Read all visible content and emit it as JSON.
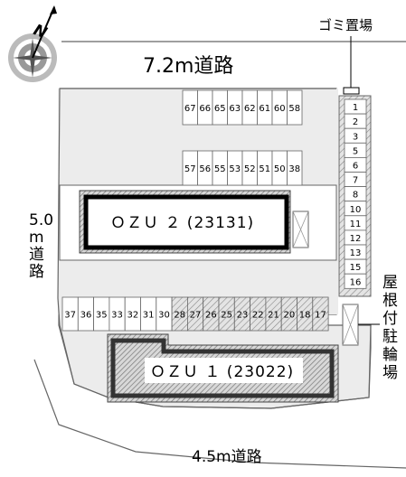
{
  "compass": {
    "letter": "N"
  },
  "roads": {
    "north": "7.2m道路",
    "west": [
      "5.0",
      "m",
      "道",
      "路"
    ],
    "south": "4.5m道路"
  },
  "labels": {
    "garbage": "ゴミ置場",
    "bike_parking": [
      "屋",
      "根",
      "付",
      "駐",
      "輪",
      "場"
    ]
  },
  "buildings": {
    "ozu2": "ＯＺＵ ２ (23131)",
    "ozu1": "ＯＺＵ １ (23022)"
  },
  "parking": {
    "east_column": [
      "1",
      "2",
      "3",
      "5",
      "6",
      "7",
      "8",
      "10",
      "11",
      "12",
      "13",
      "15",
      "16"
    ],
    "top_row": [
      "67",
      "66",
      "65",
      "63",
      "62",
      "61",
      "60",
      "58"
    ],
    "mid_row": [
      "57",
      "56",
      "55",
      "53",
      "52",
      "51",
      "50",
      "38"
    ],
    "bottom_row": [
      "37",
      "36",
      "35",
      "33",
      "32",
      "31",
      "30",
      "28",
      "27",
      "26",
      "25",
      "23",
      "22",
      "21",
      "20",
      "18",
      "17"
    ]
  },
  "colors": {
    "lot": "#ececec",
    "hatch": "#777777",
    "building_fill": "#dcdcdc"
  }
}
